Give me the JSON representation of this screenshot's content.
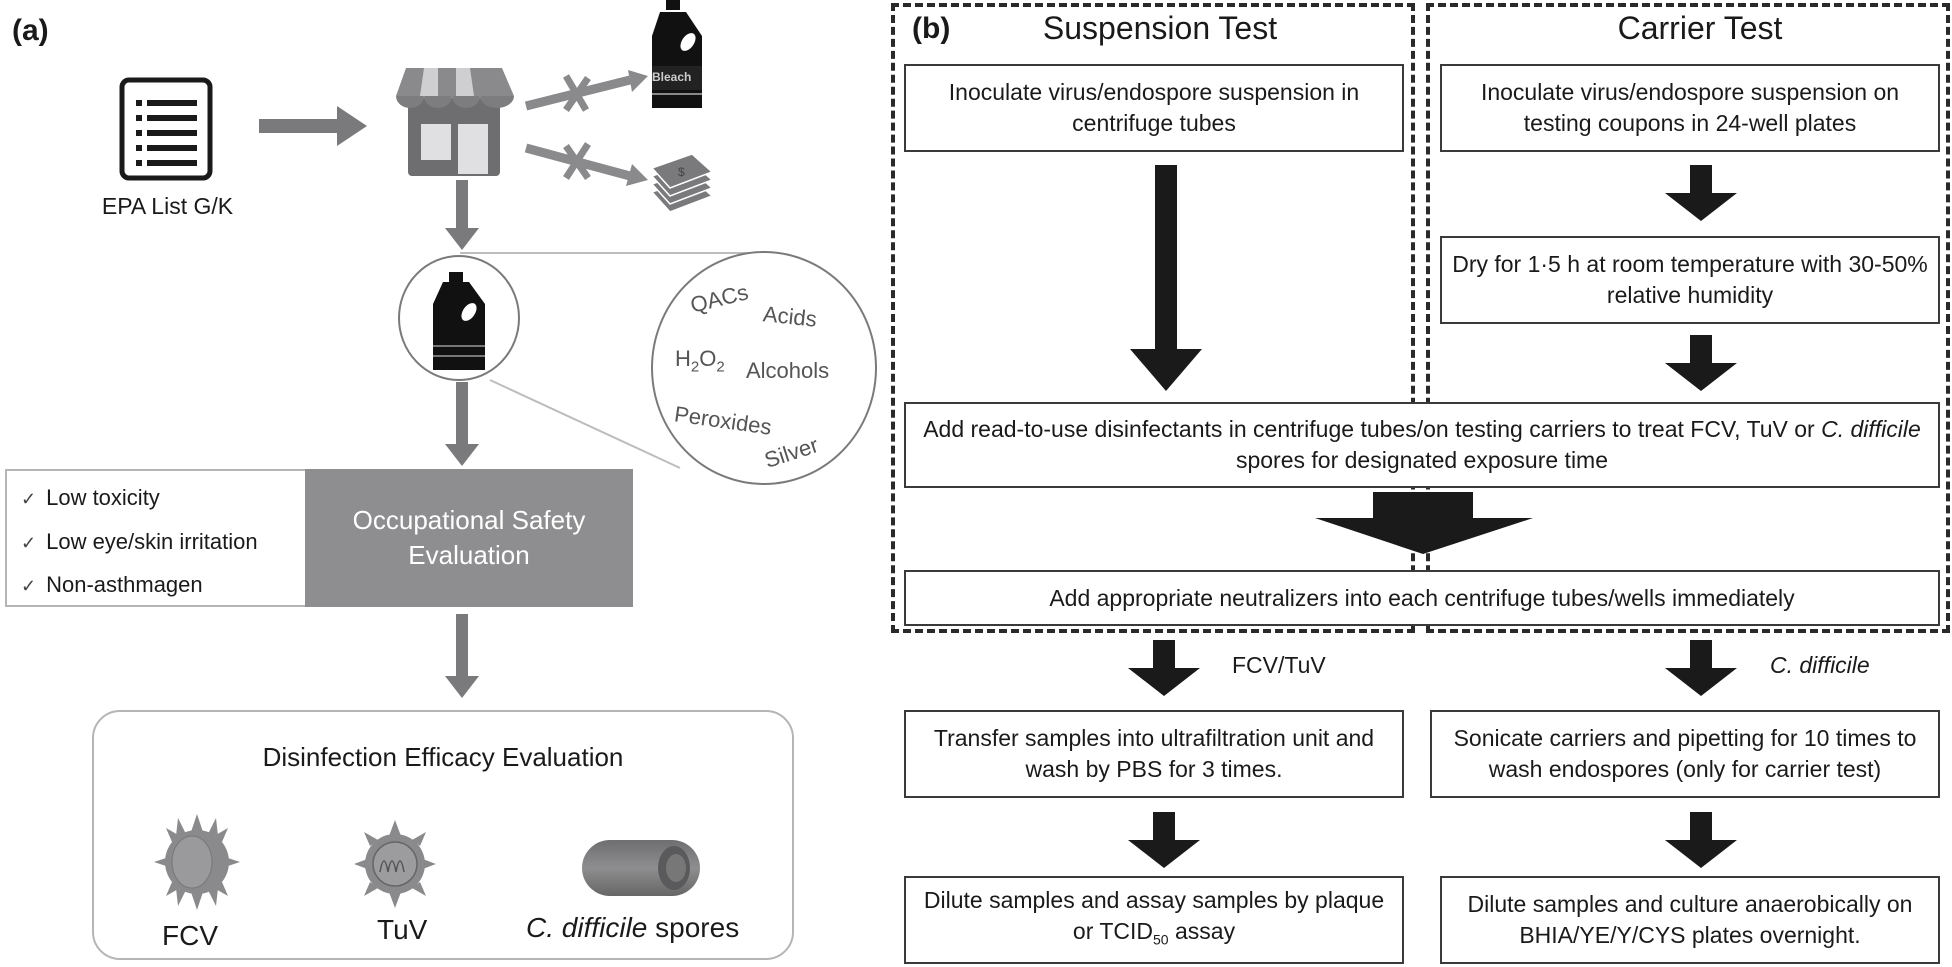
{
  "panel_a": {
    "label": "(a)",
    "epa_list_label": "EPA List G/K",
    "bleach_label": "Bleach",
    "chemicals": [
      "QACs",
      "Acids",
      "H",
      "2",
      "O",
      "2",
      "Alcohols",
      "Peroxides",
      "Silver"
    ],
    "chemical_list": {
      "qacs": "QACs",
      "acids": "Acids",
      "h2o2_h": "H",
      "h2o2_sub1": "2",
      "h2o2_o": "O",
      "h2o2_sub2": "2",
      "alcohols": "Alcohols",
      "peroxides": "Peroxides",
      "silver": "Silver"
    },
    "safety": {
      "criteria": [
        "Low toxicity",
        "Low eye/skin irritation",
        "Non-asthmagen"
      ],
      "check_glyph": "✓",
      "title_line1": "Occupational Safety",
      "title_line2": "Evaluation"
    },
    "efficacy": {
      "title": "Disinfection Efficacy Evaluation",
      "organisms": {
        "fcv": "FCV",
        "tuv": "TuV",
        "cdiff_italic": "C. difficile",
        "cdiff_rest": " spores"
      }
    }
  },
  "panel_b": {
    "label": "(b)",
    "suspension_title": "Suspension Test",
    "carrier_title": "Carrier Test",
    "suspension_step1": "Inoculate virus/endospore suspension in centrifuge tubes",
    "carrier_step1": "Inoculate virus/endospore suspension on testing coupons in 24-well plates",
    "carrier_step2": "Dry for 1·5 h at room temperature with 30-50% relative humidity",
    "shared_step_disinfect": {
      "part1": "Add read-to-use disinfectants in centrifuge tubes/on testing carriers to treat FCV, TuV or ",
      "italic": "C. difficile",
      "part2": " spores for designated exposure time"
    },
    "shared_step_neutralize": "Add appropriate neutralizers into each centrifuge tubes/wells immediately",
    "branch_fcv_label": "FCV/TuV",
    "branch_cdiff_label": "C. difficile",
    "fcv_step1": "Transfer samples into ultrafiltration unit and wash by PBS for 3 times.",
    "fcv_step2": {
      "part1": "Dilute samples and assay samples by plaque or TCID",
      "subscript": "50",
      "part2": " assay"
    },
    "cdiff_step1": "Sonicate carriers and pipetting for 10 times to wash endospores (only for carrier test)",
    "cdiff_step2": "Dilute samples and culture anaerobically on BHIA/YE/Y/CYS plates overnight."
  },
  "colors": {
    "gray_arrow": "#7a7a7c",
    "dark_panel": "#8e8e90",
    "black_arrow": "#1a1a1a",
    "store_body": "#6e6e70"
  }
}
